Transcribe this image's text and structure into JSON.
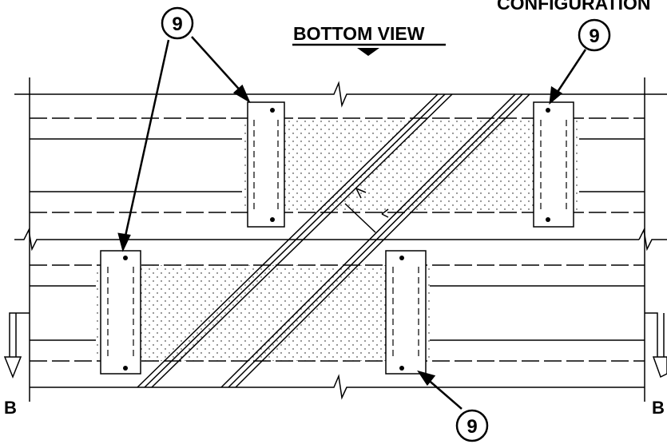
{
  "drawing": {
    "header_partial": "CONFIGURATION",
    "view_title": "BOTTOM VIEW",
    "callout_label": "9",
    "section_marker_left": "B",
    "section_marker_right": "B"
  },
  "colors": {
    "line": "#000000",
    "background": "#ffffff",
    "stipple": "#000000"
  }
}
